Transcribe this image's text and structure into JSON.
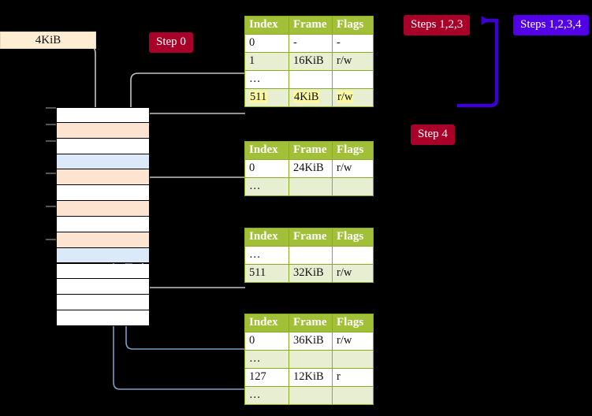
{
  "diagram": {
    "title": "page-table-walk",
    "background": "#000000",
    "colors": {
      "table_header": "#a2c037",
      "table_border": "#8aab22",
      "table_alt_row": "#e7eed2",
      "highlight": "#fbf8a0",
      "badge_red": "#a80028",
      "badge_purple": "#5200e8",
      "mem_orange": "#fce4d1",
      "mem_blue": "#dce9f8",
      "kib_box": "#fdeed3",
      "wire_gray": "#bdbdbd",
      "wire_blue": "#7d9dc4",
      "arrow_blue": "#3b5f96"
    }
  },
  "labels": {
    "frame_box": "4KiB",
    "step0": "Step 0",
    "steps123": "Steps 1,2,3",
    "steps1234": "Steps 1,2,3,4",
    "step4": "Step 4"
  },
  "columns": [
    "Index",
    "Frame",
    "Flags"
  ],
  "tables": [
    {
      "name": "level-0-table",
      "rows": [
        {
          "index": "0",
          "frame": "-",
          "flags": "-",
          "style": "plain",
          "highlight": false
        },
        {
          "index": "1",
          "frame": "16KiB",
          "flags": "r/w",
          "style": "alt",
          "highlight": false
        },
        {
          "index": "…",
          "frame": "",
          "flags": "",
          "style": "plain",
          "highlight": false
        },
        {
          "index": "511",
          "frame": "4KiB",
          "flags": "r/w",
          "style": "alt",
          "highlight": true
        }
      ]
    },
    {
      "name": "level-1-table",
      "rows": [
        {
          "index": "0",
          "frame": "24KiB",
          "flags": "r/w",
          "style": "plain",
          "highlight": false
        },
        {
          "index": "…",
          "frame": "",
          "flags": "",
          "style": "alt",
          "highlight": false
        }
      ]
    },
    {
      "name": "level-2-table",
      "rows": [
        {
          "index": "…",
          "frame": "",
          "flags": "",
          "style": "plain",
          "highlight": false
        },
        {
          "index": "511",
          "frame": "32KiB",
          "flags": "r/w",
          "style": "alt",
          "highlight": false
        }
      ]
    },
    {
      "name": "level-3-table",
      "rows": [
        {
          "index": "0",
          "frame": "36KiB",
          "flags": "r/w",
          "style": "plain",
          "highlight": false
        },
        {
          "index": "…",
          "frame": "",
          "flags": "",
          "style": "alt",
          "highlight": false
        },
        {
          "index": "127",
          "frame": "12KiB",
          "flags": "r",
          "style": "plain",
          "highlight": false
        },
        {
          "index": "…",
          "frame": "",
          "flags": "",
          "style": "alt",
          "highlight": false
        }
      ]
    }
  ],
  "memory": {
    "name": "physical-memory-column",
    "rows": [
      {
        "fill": "white"
      },
      {
        "fill": "orange"
      },
      {
        "fill": "white"
      },
      {
        "fill": "blue"
      },
      {
        "fill": "orange"
      },
      {
        "fill": "white"
      },
      {
        "fill": "orange"
      },
      {
        "fill": "white"
      },
      {
        "fill": "orange"
      },
      {
        "fill": "blue"
      },
      {
        "fill": "white"
      },
      {
        "fill": "white"
      },
      {
        "fill": "white"
      },
      {
        "fill": "white"
      }
    ]
  }
}
